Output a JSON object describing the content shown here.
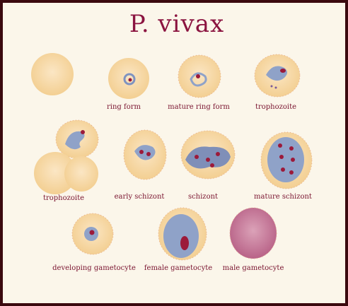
{
  "title": "P.  vivax",
  "labels": {
    "ring_form": "ring form",
    "mature_ring_form": "mature ring form",
    "trophozoite_1": "trophozoite",
    "trophozoite_2": "trophozoite",
    "early_schizont": "early schizont",
    "schizont": "schizont",
    "mature_schizont": "mature schizont",
    "developing_gametocyte": "developing gametocyte",
    "female_gametocyte": "female gametocyte",
    "male_gametocyte": "male gametocyte"
  },
  "colors": {
    "frame": "#3b0a0f",
    "paper": "#fbf6ea",
    "title": "#8b1440",
    "label": "#7a1430",
    "rbc_fill": "#f7d9a6",
    "parasite_blue": "#8fa2c8",
    "chromatin": "#9c1a3a"
  }
}
